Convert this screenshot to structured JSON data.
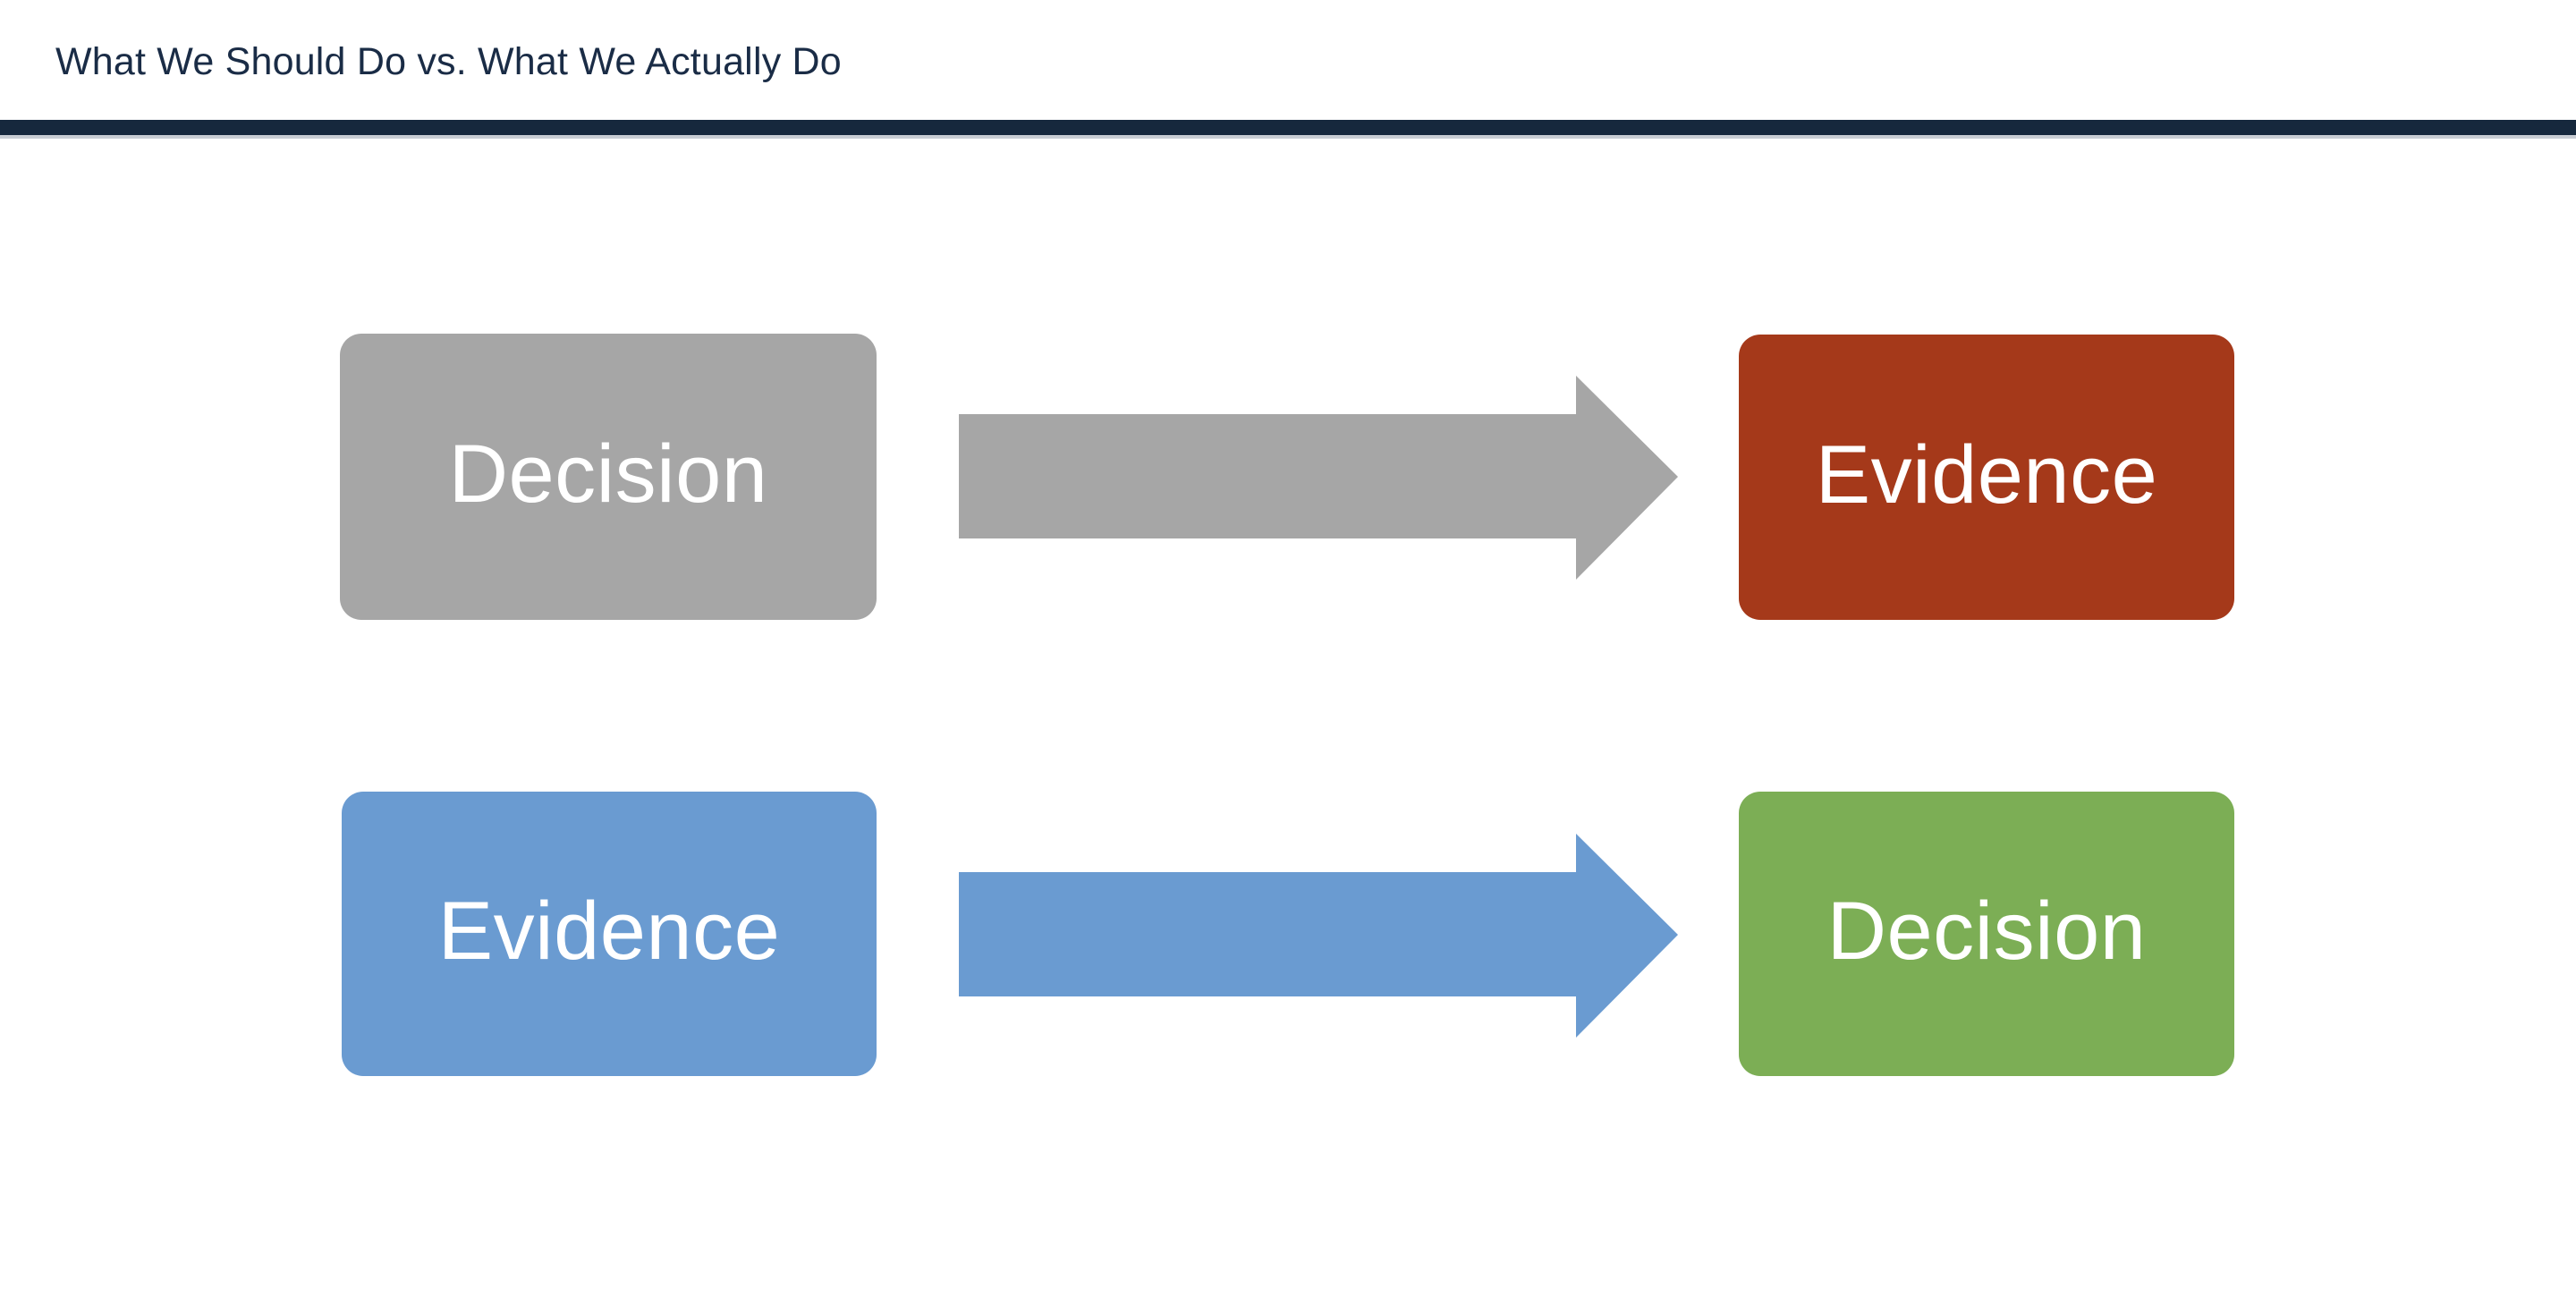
{
  "slide": {
    "title": "What We Should Do vs. What We Actually Do",
    "background_color": "#FFFFFF",
    "title_color": "#1A2C46",
    "rule_color": "#16283D"
  },
  "diagram": {
    "type": "two-row-flow",
    "rows": [
      {
        "row_name": "what-we-should-do",
        "source": {
          "label": "Decision",
          "color": "#A6A6A6",
          "text_color": "#FFFFFF"
        },
        "connector": {
          "icon": "right-arrow-icon",
          "direction": "right",
          "color": "#A6A6A6"
        },
        "target": {
          "label": "Evidence",
          "color": "#A5391A",
          "text_color": "#FFFFFF"
        }
      },
      {
        "row_name": "what-we-actually-do",
        "source": {
          "label": "Evidence",
          "color": "#6A9BD1",
          "text_color": "#FFFFFF"
        },
        "connector": {
          "icon": "right-arrow-icon",
          "direction": "right",
          "color": "#6A9BD1"
        },
        "target": {
          "label": "Decision",
          "color": "#7CAE55",
          "text_color": "#FFFFFF"
        }
      }
    ]
  }
}
